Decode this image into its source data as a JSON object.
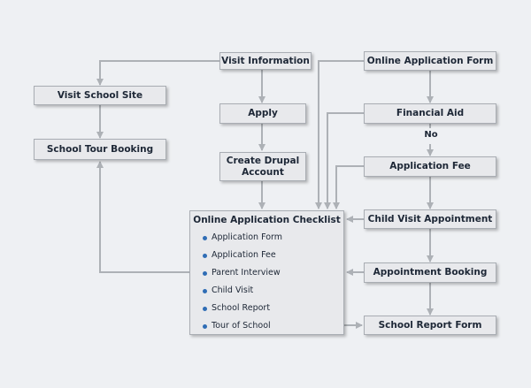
{
  "nodes": {
    "visit_information": "Visit Information",
    "visit_school_site": "Visit School Site",
    "school_tour_booking": "School Tour Booking",
    "apply": "Apply",
    "create_drupal_account": "Create Drupal\nAccount",
    "online_application_form": "Online Application Form",
    "financial_aid": "Financial Aid",
    "application_fee": "Application Fee",
    "child_visit_appointment": "Child Visit Appointment",
    "appointment_booking": "Appointment Booking",
    "school_report_form": "School Report Form"
  },
  "checklist": {
    "title": "Online Application Checklist",
    "items": [
      "Application Form",
      "Application Fee",
      "Parent Interview",
      "Child Visit",
      "School Report",
      "Tour of School"
    ]
  },
  "edge_labels": {
    "no": "No"
  },
  "colors": {
    "line": "#adb1b6",
    "node_fill": "#e8e9ec",
    "bullet": "#2f6db5",
    "background": "#eef0f3"
  }
}
